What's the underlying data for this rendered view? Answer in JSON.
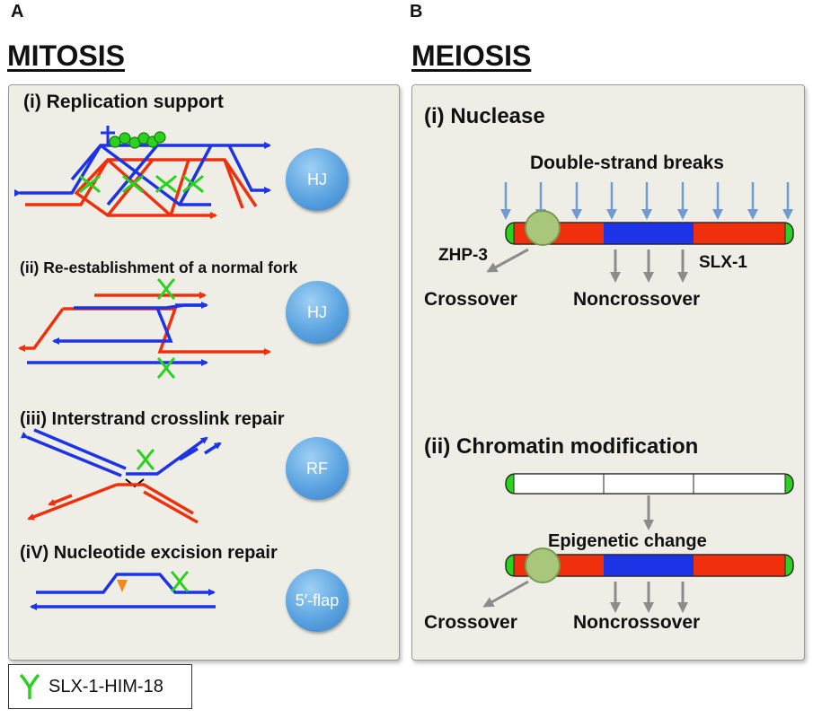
{
  "panel_a": {
    "letter": "A",
    "title": "MITOSIS",
    "items": [
      {
        "heading": "(i) Replication support",
        "bubble": "HJ"
      },
      {
        "heading": "(ii) Re-establishment of a normal fork",
        "bubble": "HJ"
      },
      {
        "heading": "(iii) Interstrand crosslink repair",
        "bubble": "RF"
      },
      {
        "heading": "(iV) Nucleotide excision repair",
        "bubble": "5′-flap"
      }
    ]
  },
  "panel_b": {
    "letter": "B",
    "title": "MEIOSIS",
    "nuclease": {
      "heading": "(i) Nuclease",
      "dsb_label": "Double-strand breaks",
      "zhp3_label": "ZHP-3",
      "slx1_label": "SLX-1",
      "crossover_label": "Crossover",
      "noncrossover_label": "Noncrossover"
    },
    "chromatin": {
      "heading": "(ii) Chromatin modification",
      "epigenetic_label": "Epigenetic change",
      "crossover_label": "Crossover",
      "noncrossover_label": "Noncrossover"
    }
  },
  "legend": {
    "label": "SLX-1-HIM-18",
    "icon": "scissors-icon"
  },
  "colors": {
    "blue": "#1d33e6",
    "red": "#f0300c",
    "green": "#2ad11e",
    "arrow_gray": "#8c8c8c",
    "dsb_arrow": "#6f9bd3",
    "zhp3_circle": "#a9c77a",
    "lesion": "#f08a1e"
  }
}
